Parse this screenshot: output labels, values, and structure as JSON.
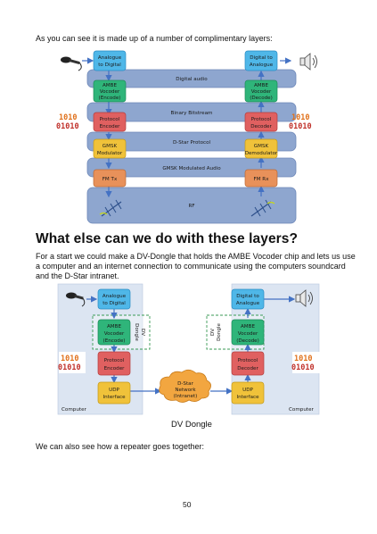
{
  "intro": "As you can see it is made up of a number of complimentary layers:",
  "layers_diagram": {
    "left_top": [
      "Analogue",
      "to Digital"
    ],
    "right_top": [
      "Digital to",
      "Analogue"
    ],
    "band_digital_audio": "Digital audio",
    "left_vocoder": [
      "AMBE",
      "Vocoder",
      "(Encode)"
    ],
    "right_vocoder": [
      "AMBE",
      "Vocoder",
      "(Decode)"
    ],
    "band_binary": "Binary Bitstream",
    "left_protocol": [
      "Protocol",
      "Encoder"
    ],
    "right_protocol": [
      "Protocol",
      "Decoder"
    ],
    "band_dstar": "D-Star Protocol",
    "left_gmsk": [
      "GMSK",
      "Modulator"
    ],
    "right_gmsk": [
      "GMSK",
      "Demodulator"
    ],
    "band_gmsk_audio": "GMSK Modulated Audio",
    "left_fm": "FM Tx",
    "right_fm": "FM Rx",
    "band_rf": "RF",
    "bits_top": "1010",
    "bits_bottom": "01010"
  },
  "heading": "What else can we do with these layers?",
  "para_lines": [
    "For a start we could make a DV-Dongle that holds the AMBE Vocoder chip and lets us use",
    "a computer and an internet connection to communicate using the computers soundcard",
    "and the D-Star intranet."
  ],
  "dongle_diagram": {
    "left_top": [
      "Analogue",
      "to Digital"
    ],
    "right_top": [
      "Digital to",
      "Analogue"
    ],
    "left_vocoder": [
      "AMBE",
      "Vocoder",
      "(Encode)"
    ],
    "right_vocoder": [
      "AMBE",
      "Vocoder",
      "(Decode)"
    ],
    "dongle_label": [
      "DV",
      "Dongle"
    ],
    "left_protocol": [
      "Protocol",
      "Encoder"
    ],
    "right_protocol": [
      "Protocol",
      "Decoder"
    ],
    "left_udp": [
      "UDP",
      "Interface"
    ],
    "right_udp": [
      "UDP",
      "Interface"
    ],
    "cloud": [
      "D-Star",
      "Network",
      "(Intranet)"
    ],
    "computer_left": "Computer",
    "computer_right": "Computer",
    "bits_top": "1010",
    "bits_bottom": "01010"
  },
  "caption": "DV Dongle",
  "closing": "We can also see how a repeater goes together:",
  "page_number": "50",
  "colors": {
    "blue_box": "#4fb7e8",
    "green_box": "#2fb57a",
    "red_box": "#e06060",
    "yellow_box": "#f0c23a",
    "orange_box": "#e8915a",
    "band": "#8ea6cf",
    "panel": "#dce5f2"
  }
}
